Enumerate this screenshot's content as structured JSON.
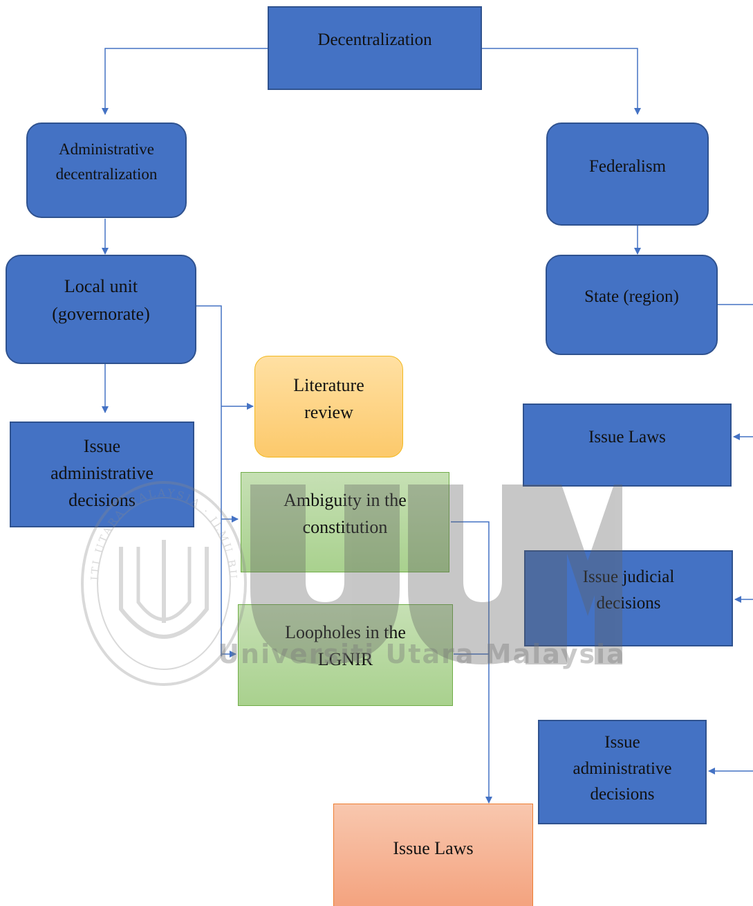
{
  "nodes": {
    "decentralization": "Decentralization",
    "administrative_decentralization": "Administrative\ndecentralization",
    "federalism": "Federalism",
    "local_unit": "Local unit\n(governorate)",
    "state_region": "State (region)",
    "literature_review": "Literature\nreview",
    "left_issue_admin": "Issue\nadministrative\ndecisions",
    "ambiguity": "Ambiguity in the\nconstitution",
    "loopholes": "Loopholes in the\nLGNIR",
    "issue_laws_bottom": "Issue Laws",
    "right_issue_laws": "Issue Laws",
    "right_issue_judicial": "Issue judicial\ndecisions",
    "right_issue_admin": "Issue\nadministrative\ndecisions"
  },
  "watermark": {
    "text": "Universiti Utara Malaysia",
    "logo_text": "UUM",
    "seal_text": "UNIVERSITI UTARA MALAYSIA · ILMU BUDI BAKTI"
  },
  "colors": {
    "node_blue": "#4472C4",
    "node_blue_border": "#2F528F",
    "connector": "#4472C4",
    "literature_yellow": "#FCC96B",
    "problem_green": "#A9D18E",
    "output_orange": "#F4A37F"
  }
}
